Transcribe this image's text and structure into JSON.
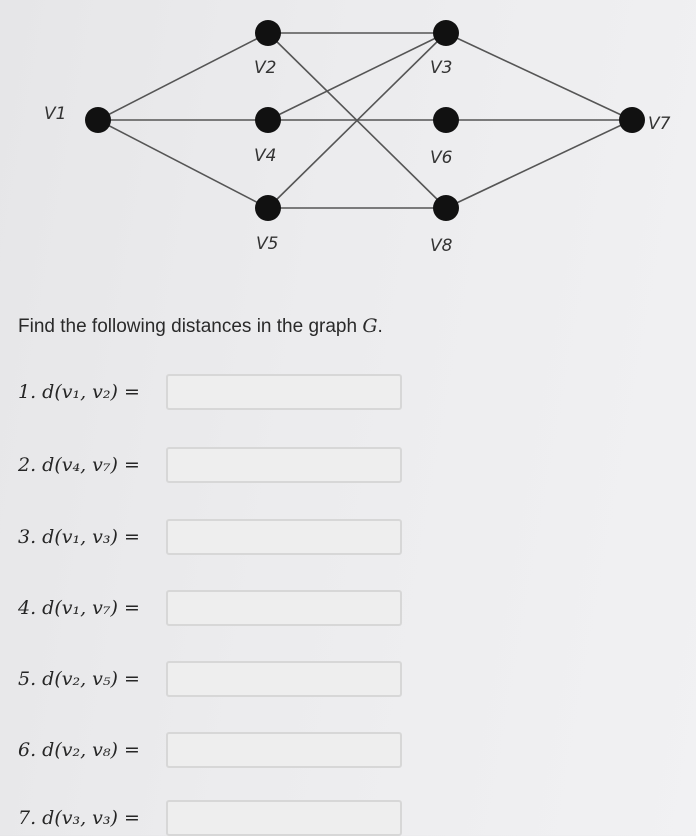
{
  "graph": {
    "vertices": [
      {
        "id": "v1",
        "label": "V1"
      },
      {
        "id": "v2",
        "label": "V2"
      },
      {
        "id": "v3",
        "label": "V3"
      },
      {
        "id": "v4",
        "label": "V4"
      },
      {
        "id": "v5",
        "label": "V5"
      },
      {
        "id": "v6",
        "label": "V6"
      },
      {
        "id": "v7",
        "label": "V7"
      },
      {
        "id": "v8",
        "label": "V8"
      }
    ],
    "edges": [
      [
        "v1",
        "v2"
      ],
      [
        "v1",
        "v4"
      ],
      [
        "v1",
        "v5"
      ],
      [
        "v2",
        "v3"
      ],
      [
        "v2",
        "v8"
      ],
      [
        "v4",
        "v3"
      ],
      [
        "v4",
        "v6"
      ],
      [
        "v5",
        "v3"
      ],
      [
        "v5",
        "v8"
      ],
      [
        "v3",
        "v7"
      ],
      [
        "v6",
        "v7"
      ],
      [
        "v8",
        "v7"
      ]
    ],
    "node_color": "#111111",
    "edge_color": "#555555"
  },
  "prompt": {
    "text": "Find the following distances in the graph ",
    "graph_name": "G",
    "period": "."
  },
  "questions": [
    {
      "label": "1. d(v₁, v₂) =",
      "value": ""
    },
    {
      "label": "2. d(v₄, v₇) =",
      "value": ""
    },
    {
      "label": "3. d(v₁, v₃) =",
      "value": ""
    },
    {
      "label": "4. d(v₁, v₇) =",
      "value": ""
    },
    {
      "label": "5. d(v₂, v₅) =",
      "value": ""
    },
    {
      "label": "6. d(v₂, v₈) =",
      "value": ""
    },
    {
      "label": "7. d(v₃, v₃) =",
      "value": ""
    }
  ]
}
